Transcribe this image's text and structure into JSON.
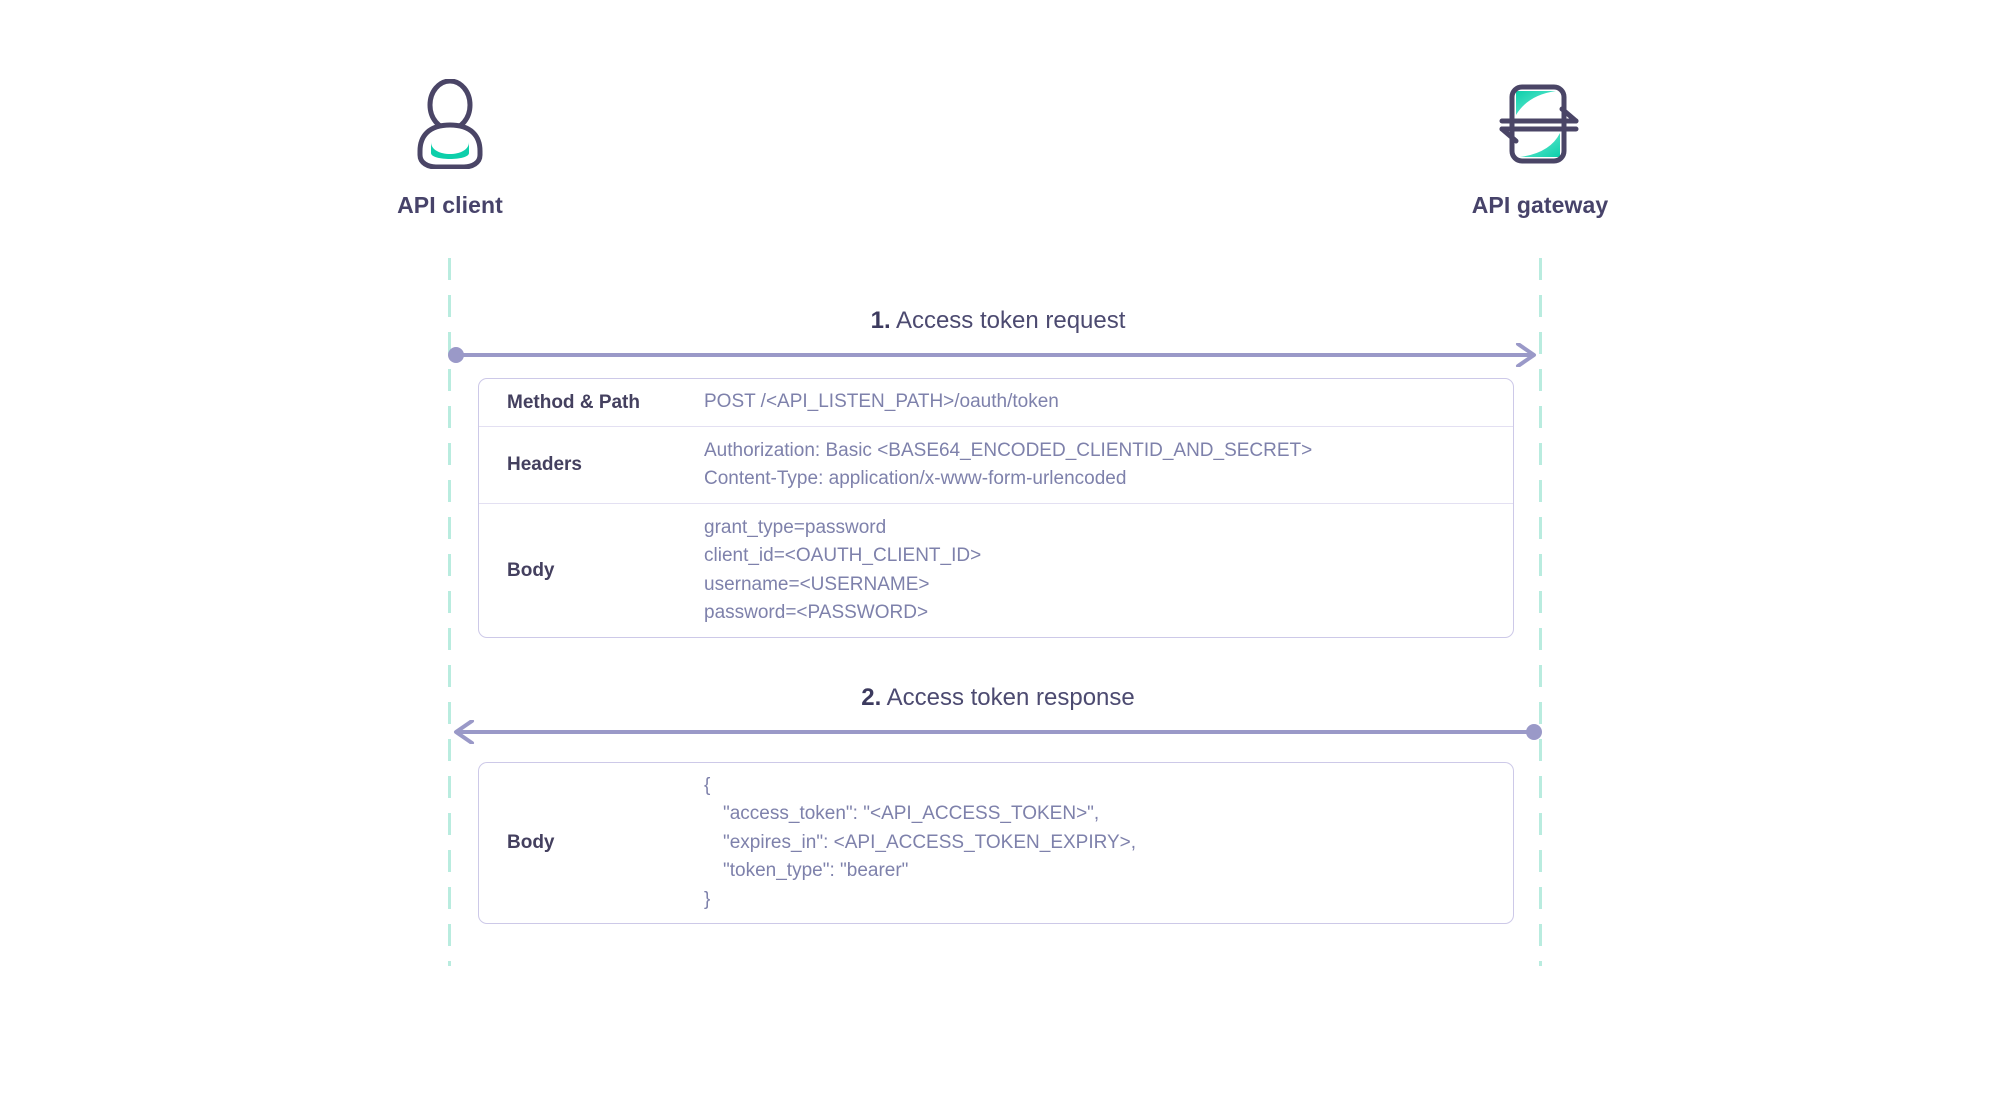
{
  "diagram": {
    "title_sequence": "API client to API gateway OAuth access token exchange",
    "colors": {
      "lifeline": "#b9ecdf",
      "arrow": "#9a99c8",
      "accent_teal": "#0dcfaa",
      "icon_outline": "#4a4566",
      "label_dark": "#44405f",
      "value_muted": "#7e81ab",
      "table_border": "#cdc9e8",
      "row_divider": "#e3e0f2"
    }
  },
  "actors": [
    {
      "id": "client",
      "label": "API client",
      "icon": "user-person-icon"
    },
    {
      "id": "gateway",
      "label": "API gateway",
      "icon": "api-gateway-exchange-icon"
    }
  ],
  "steps": [
    {
      "number": "1.",
      "label": "Access token request",
      "direction": "left-to-right",
      "start_marker": "dot",
      "end_marker": "arrowhead"
    },
    {
      "number": "2.",
      "label": "Access token response",
      "direction": "right-to-left",
      "start_marker": "dot",
      "end_marker": "arrowhead"
    }
  ],
  "request_table": {
    "rows": [
      {
        "label": "Method & Path",
        "lines": [
          "POST /<API_LISTEN_PATH>/oauth/token"
        ]
      },
      {
        "label": "Headers",
        "lines": [
          "Authorization: Basic <BASE64_ENCODED_CLIENTID_AND_SECRET>",
          "Content-Type: application/x-www-form-urlencoded"
        ]
      },
      {
        "label": "Body",
        "lines": [
          "grant_type=password",
          "client_id=<OAUTH_CLIENT_ID>",
          "username=<USERNAME>",
          "password=<PASSWORD>"
        ]
      }
    ]
  },
  "response_table": {
    "rows": [
      {
        "label": "Body",
        "lines": [
          "{",
          "\"access_token\": \"<API_ACCESS_TOKEN>\",",
          "\"expires_in\": <API_ACCESS_TOKEN_EXPIRY>,",
          "\"token_type\": \"bearer\"",
          "}"
        ]
      }
    ]
  }
}
